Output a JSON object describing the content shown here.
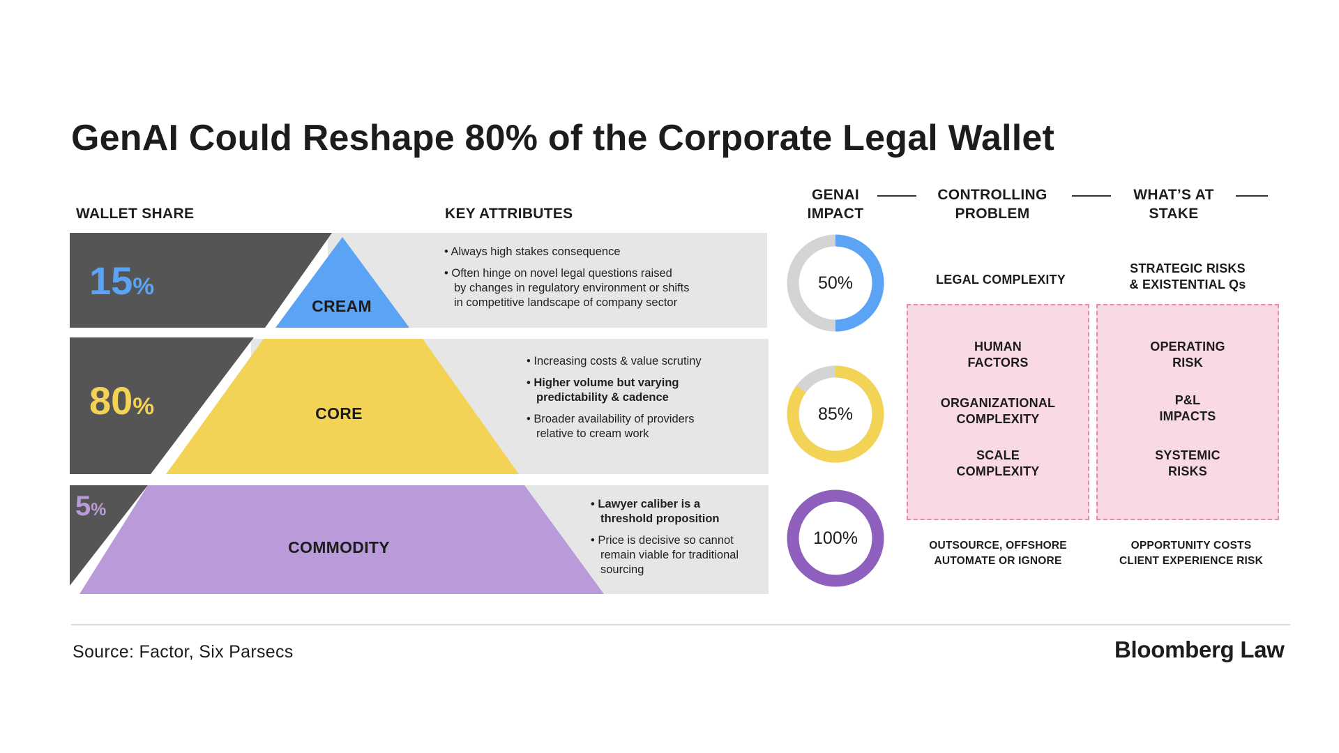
{
  "title": "GenAI Could Reshape 80% of the Corporate Legal Wallet",
  "headers": {
    "wallet_share": "WALLET SHARE",
    "key_attributes": "KEY ATTRIBUTES",
    "genai_impact": [
      "GENAI",
      "IMPACT"
    ],
    "controlling_problem": [
      "CONTROLLING",
      "PROBLEM"
    ],
    "whats_at_stake": [
      "WHAT’S AT",
      "STAKE"
    ]
  },
  "colors": {
    "dark_band": "#555555",
    "cream": "#5ba4f5",
    "core": "#f3d356",
    "commodity": "#b89bd8",
    "attr_panel": "#e6e6e6",
    "donut_track": "#d4d4d4",
    "pink_fill": "#f9d9e2",
    "pink_border": "#e88aa6"
  },
  "tiers": [
    {
      "name": "CREAM",
      "wallet_share": "15",
      "wallet_symbol": "%",
      "color": "#5ba4f5",
      "attributes": [
        {
          "text": "Always high stakes consequence",
          "bold": false
        },
        {
          "text": "Often hinge on novel legal questions raised\nby changes in regulatory environment or shifts\nin competitive landscape of company sector",
          "bold": false
        }
      ],
      "genai_impact": {
        "label": "50%",
        "value": 50,
        "color": "#5ba4f5"
      }
    },
    {
      "name": "CORE",
      "wallet_share": "80",
      "wallet_symbol": "%",
      "color": "#f3d356",
      "attributes": [
        {
          "text": "Increasing costs & value scrutiny",
          "bold": false
        },
        {
          "text": "Higher volume but varying\npredictability & cadence",
          "bold": true
        },
        {
          "text": "Broader availability of providers\nrelative to cream work",
          "bold": false
        }
      ],
      "genai_impact": {
        "label": "85%",
        "value": 85,
        "color": "#f3d356"
      }
    },
    {
      "name": "COMMODITY",
      "wallet_share": "5",
      "wallet_symbol": "%",
      "color": "#b89bd8",
      "attributes": [
        {
          "text": "Lawyer caliber is a\nthreshold proposition",
          "bold": true
        },
        {
          "text": "Price is decisive so cannot\nremain viable for traditional\nsourcing",
          "bold": false
        }
      ],
      "genai_impact": {
        "label": "100%",
        "value": 100,
        "color": "#8e5fbd"
      }
    }
  ],
  "controlling_problem": {
    "top": "LEGAL COMPLEXITY",
    "box_items": [
      [
        "HUMAN",
        "FACTORS"
      ],
      [
        "ORGANIZATIONAL",
        "COMPLEXITY"
      ],
      [
        "SCALE",
        "COMPLEXITY"
      ]
    ],
    "bottom": [
      "OUTSOURCE, OFFSHORE",
      "AUTOMATE OR IGNORE"
    ]
  },
  "whats_at_stake": {
    "top": [
      "STRATEGIC RISKS",
      "& EXISTENTIAL Qs"
    ],
    "box_items": [
      [
        "OPERATING",
        "RISK"
      ],
      [
        "P&L",
        "IMPACTS"
      ],
      [
        "SYSTEMIC",
        "RISKS"
      ]
    ],
    "bottom": [
      "OPPORTUNITY COSTS",
      "CLIENT EXPERIENCE RISK"
    ]
  },
  "source": "Source: Factor, Six Parsecs",
  "brand": "Bloomberg Law"
}
